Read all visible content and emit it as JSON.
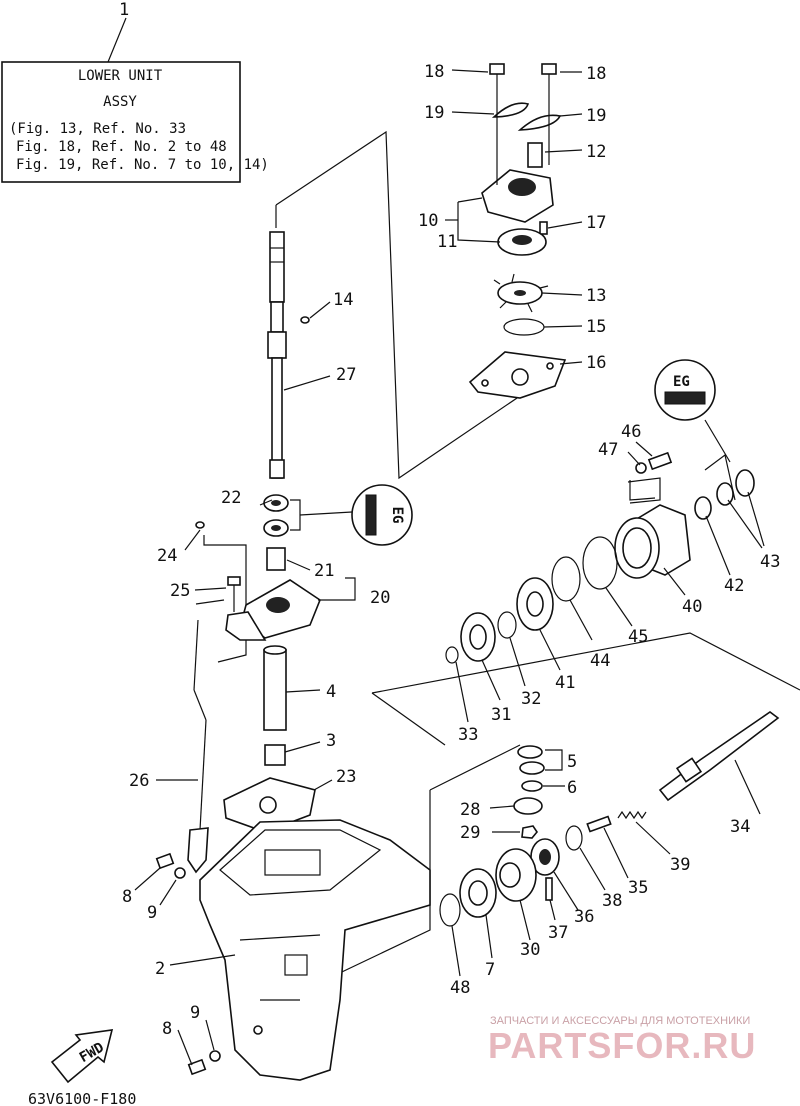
{
  "title_box": {
    "ref_number": "1",
    "line1": "LOWER UNIT",
    "line2": "ASSY",
    "line3": "(Fig. 13, Ref. No. 33",
    "line4": "Fig. 18, Ref. No. 2 to 48",
    "line5": "Fig. 19, Ref. No. 7 to 10, 14)"
  },
  "fwd_label": "FWD",
  "seal_marks": {
    "top": "EG",
    "left": "EG"
  },
  "part_code": "63V6100-F180",
  "watermark": {
    "tagline": "ЗАПЧАСТИ И АКСЕССУАРЫ ДЛЯ МОТОТЕХНИКИ",
    "brand": "PARTSFOR.RU"
  },
  "callouts": {
    "c18a": "18",
    "c18b": "18",
    "c19a": "19",
    "c19b": "19",
    "c12": "12",
    "c10": "10",
    "c17": "17",
    "c11": "11",
    "c13": "13",
    "c15": "15",
    "c16": "16",
    "c14": "14",
    "c27": "27",
    "c22": "22",
    "c24": "24",
    "c21": "21",
    "c20": "20",
    "c25": "25",
    "c4": "4",
    "c3": "3",
    "c23": "23",
    "c26": "26",
    "c8a": "8",
    "c9a": "9",
    "c2": "2",
    "c8b": "8",
    "c9b": "9",
    "c46": "46",
    "c47": "47",
    "c43": "43",
    "c42": "42",
    "c40": "40",
    "c45": "45",
    "c44": "44",
    "c41": "41",
    "c32": "32",
    "c31": "31",
    "c33": "33",
    "c5": "5",
    "c6": "6",
    "c28": "28",
    "c29": "29",
    "c34": "34",
    "c39": "39",
    "c35": "35",
    "c38": "38",
    "c36": "36",
    "c37": "37",
    "c30": "30",
    "c7": "7",
    "c48": "48"
  }
}
